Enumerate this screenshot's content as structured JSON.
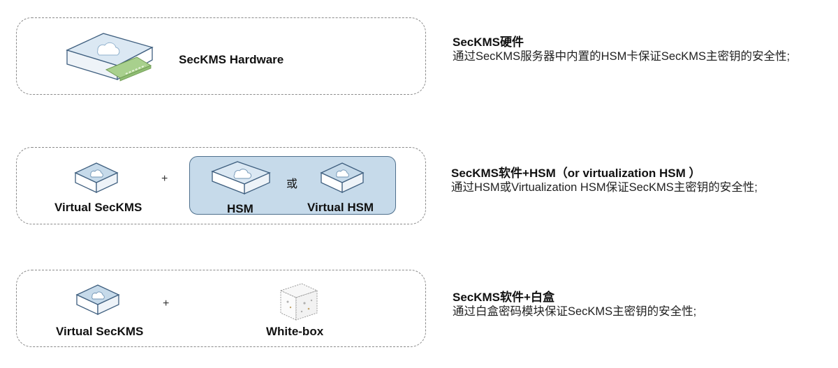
{
  "row1": {
    "device_label": "SecKMS Hardware",
    "title": "SecKMS硬件",
    "description": "通过SecKMS服务器中内置的HSM卡保证SecKMS主密钥的安全性;"
  },
  "row2": {
    "left_label": "Virtual SecKMS",
    "plus": "+",
    "hsm_label": "HSM",
    "or_label": "或",
    "vhsm_label": "Virtual HSM",
    "title": "SecKMS软件+HSM（or virtualization HSM ）",
    "description": "通过HSM或Virtualization HSM保证SecKMS主密钥的安全性;"
  },
  "row3": {
    "left_label": "Virtual SecKMS",
    "plus": "+",
    "whitebox_label": "White-box",
    "title": "SecKMS软件+白盒",
    "description": "通过白盒密码模块保证SecKMS主密钥的安全性;"
  },
  "colors": {
    "panel_border": "#8a8a8a",
    "device_face": "#c6daea",
    "device_outline": "#3f5f7f",
    "hsm_box_fill": "#c6daea",
    "card_green": "#a8d08d"
  },
  "icons": [
    "server-hardware-icon",
    "hsm-card-icon",
    "virtual-device-icon",
    "hsm-device-icon",
    "whitebox-icon"
  ]
}
